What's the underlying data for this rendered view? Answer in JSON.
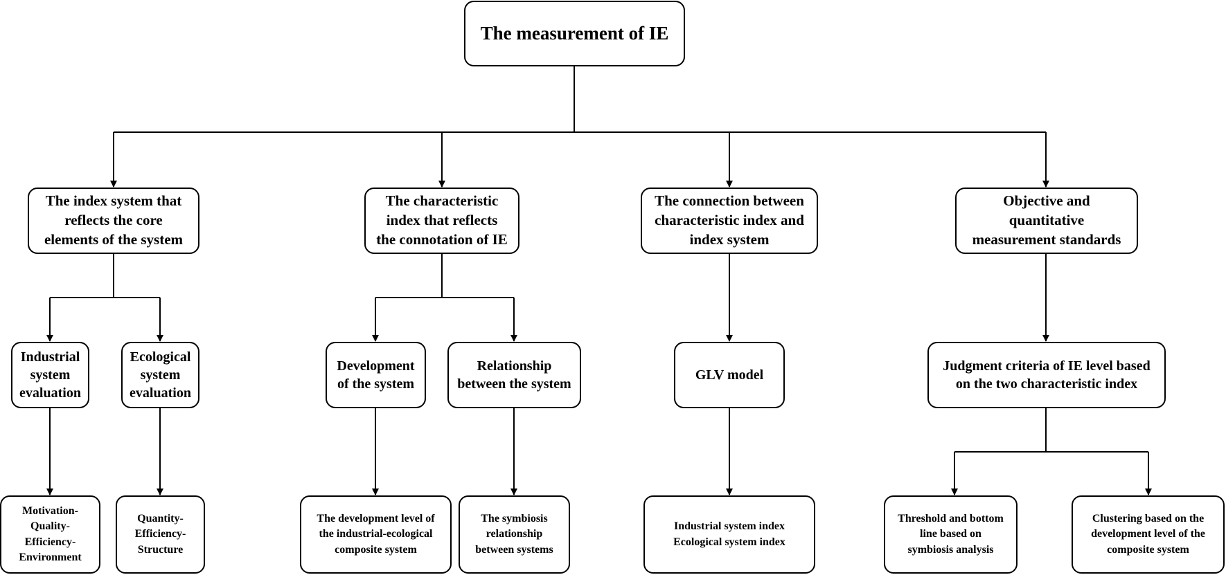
{
  "diagram": {
    "root": "The measurement of IE",
    "branches": [
      {
        "label": "The index system that\nreflects the core\nelements of the system",
        "children": [
          {
            "label": "Industrial\nsystem\nevaluation",
            "leaf": "Motivation-\nQuality-\nEfficiency-\nEnvironment"
          },
          {
            "label": "Ecological\nsystem\nevaluation",
            "leaf": "Quantity-\nEfficiency-\nStructure"
          }
        ]
      },
      {
        "label": "The characteristic\nindex that reflects\nthe connotation of IE",
        "children": [
          {
            "label": "Development\nof the system",
            "leaf": "The development level of\nthe industrial-ecological\ncomposite system"
          },
          {
            "label": "Relationship\nbetween the system",
            "leaf": "The symbiosis\nrelationship\nbetween systems"
          }
        ]
      },
      {
        "label": "The connection between\ncharacteristic index and\nindex system",
        "children": [
          {
            "label": "GLV model",
            "leaf": "Industrial system index\nEcological system index"
          }
        ]
      },
      {
        "label": "Objective and\nquantitative\nmeasurement standards",
        "children": [
          {
            "label": "Judgment criteria of IE level based\non the two characteristic index"
          }
        ],
        "leaves": [
          "Threshold and bottom\nline based on\nsymbiosis analysis",
          "Clustering based on the\ndevelopment level of the\ncomposite system"
        ]
      }
    ]
  }
}
